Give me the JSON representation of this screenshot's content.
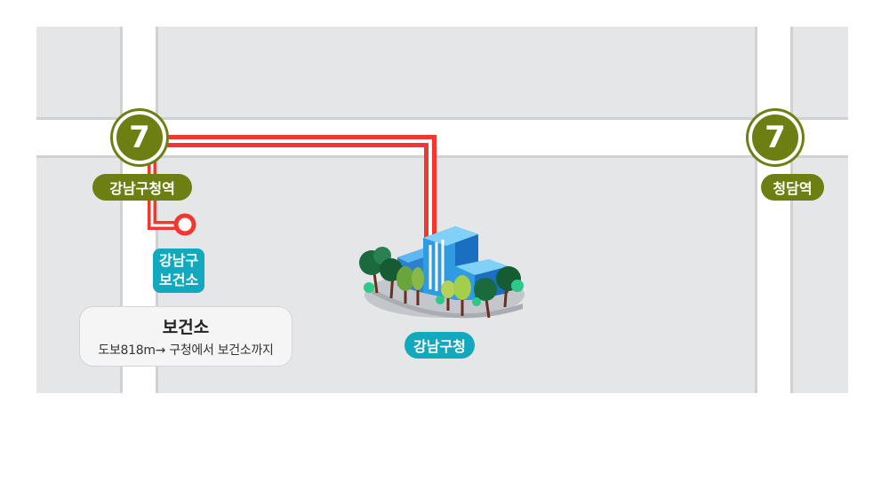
{
  "line_number": "7",
  "colors": {
    "line7": "#6d7f12",
    "route": "#f2382e",
    "poi": "#12a9bf",
    "map_bg": "#e5e6e8"
  },
  "stations": [
    {
      "name": "강남구청역",
      "line": "7"
    },
    {
      "name": "청담역",
      "line": "7"
    }
  ],
  "places": {
    "health_center": {
      "line1": "강남구",
      "line2": "보건소"
    },
    "district_office": {
      "name": "강남구청"
    }
  },
  "info_card": {
    "title": "보건소",
    "subtitle": "도보818m→ 구청에서 보건소까지"
  }
}
